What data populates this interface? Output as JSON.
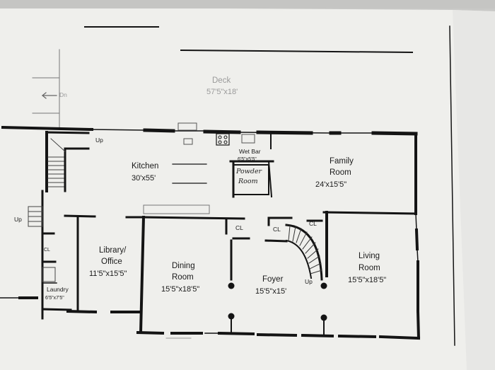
{
  "deck": {
    "name": "Deck",
    "dimensions": "57'5\"x18'"
  },
  "arrow_label": "Dn",
  "stair_up_label": "Up",
  "kitchen": {
    "name": "Kitchen",
    "dimensions": "30'x55'"
  },
  "wet_bar": {
    "name": "Wet Bar",
    "dimensions": "6'5\"x5'5\""
  },
  "powder_room": {
    "line1": "Powder",
    "line2": "Room"
  },
  "family_room": {
    "name": "Family",
    "name2": "Room",
    "dimensions": "24'x15'5\""
  },
  "side_up_label": "Up",
  "closet_label": "CL",
  "library": {
    "name": "Library/",
    "name2": "Office",
    "dimensions": "11'5\"x15'5\""
  },
  "dining_room": {
    "name": "Dining",
    "name2": "Room",
    "dimensions": "15'5\"x18'5\""
  },
  "foyer": {
    "name": "Foyer",
    "dimensions": "15'5\"x15'"
  },
  "living_room": {
    "name": "Living",
    "name2": "Room",
    "dimensions": "15'5\"x18'5\""
  },
  "foyer_stair_up_label": "Up",
  "laundry": {
    "name": "Laundry",
    "dimensions": "6'5\"x7'5\""
  },
  "colors": {
    "wall": "#141414",
    "paper": "#f2f2f0",
    "background": "#c9c9c7"
  }
}
